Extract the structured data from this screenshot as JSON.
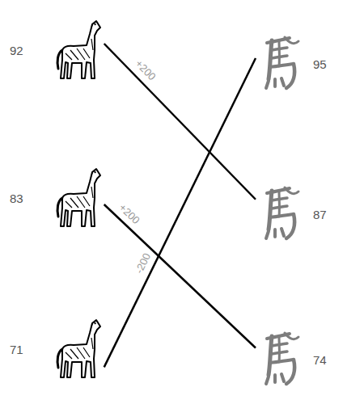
{
  "diagram": {
    "nodes": [
      {
        "text": [
          "92"
        ]
      },
      {
        "text": [
          "95"
        ]
      },
      {
        "text": [
          "83"
        ]
      },
      {
        "text": [
          "87"
        ]
      },
      {
        "text": [
          "71"
        ]
      },
      {
        "text": [
          "74"
        ]
      }
    ],
    "edges": [
      {
        "from": 0,
        "to": 3,
        "label": "+200",
        "arrow": "none"
      },
      {
        "from": 2,
        "to": 5,
        "label": "+200",
        "arrow": "none"
      },
      {
        "from": 4,
        "to": 1,
        "label": "-200",
        "arrow": "none"
      }
    ]
  }
}
